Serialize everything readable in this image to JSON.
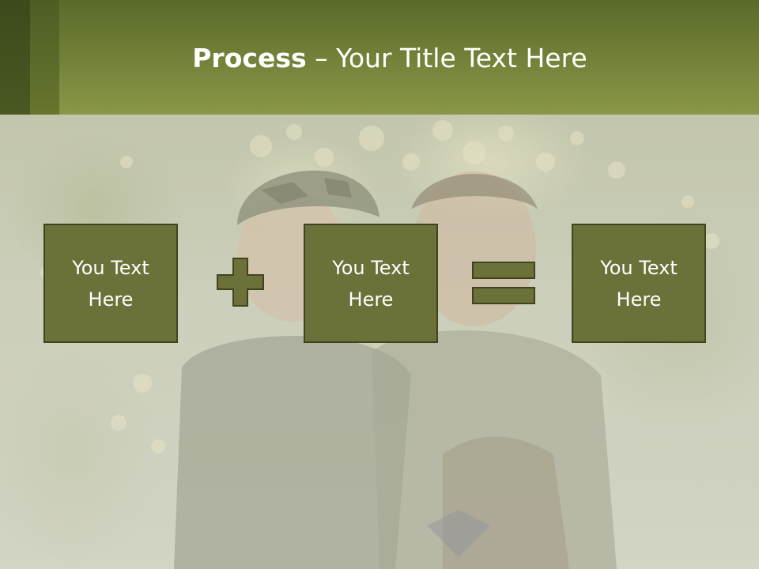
{
  "slide": {
    "title_bold": "Process",
    "title_dash": " – ",
    "title_rest": "Your Title Text Here",
    "header_color": "#7a8a3c",
    "box_color": "#6b7138",
    "box_border_color": "#3f4320"
  },
  "process": {
    "boxes": [
      {
        "label": "You Text Here"
      },
      {
        "label": "You Text Here"
      },
      {
        "label": "You Text Here"
      }
    ],
    "operators": [
      {
        "icon": "plus-icon"
      },
      {
        "icon": "equals-icon"
      }
    ]
  },
  "background": {
    "icon": "photo-soldier-with-child"
  }
}
